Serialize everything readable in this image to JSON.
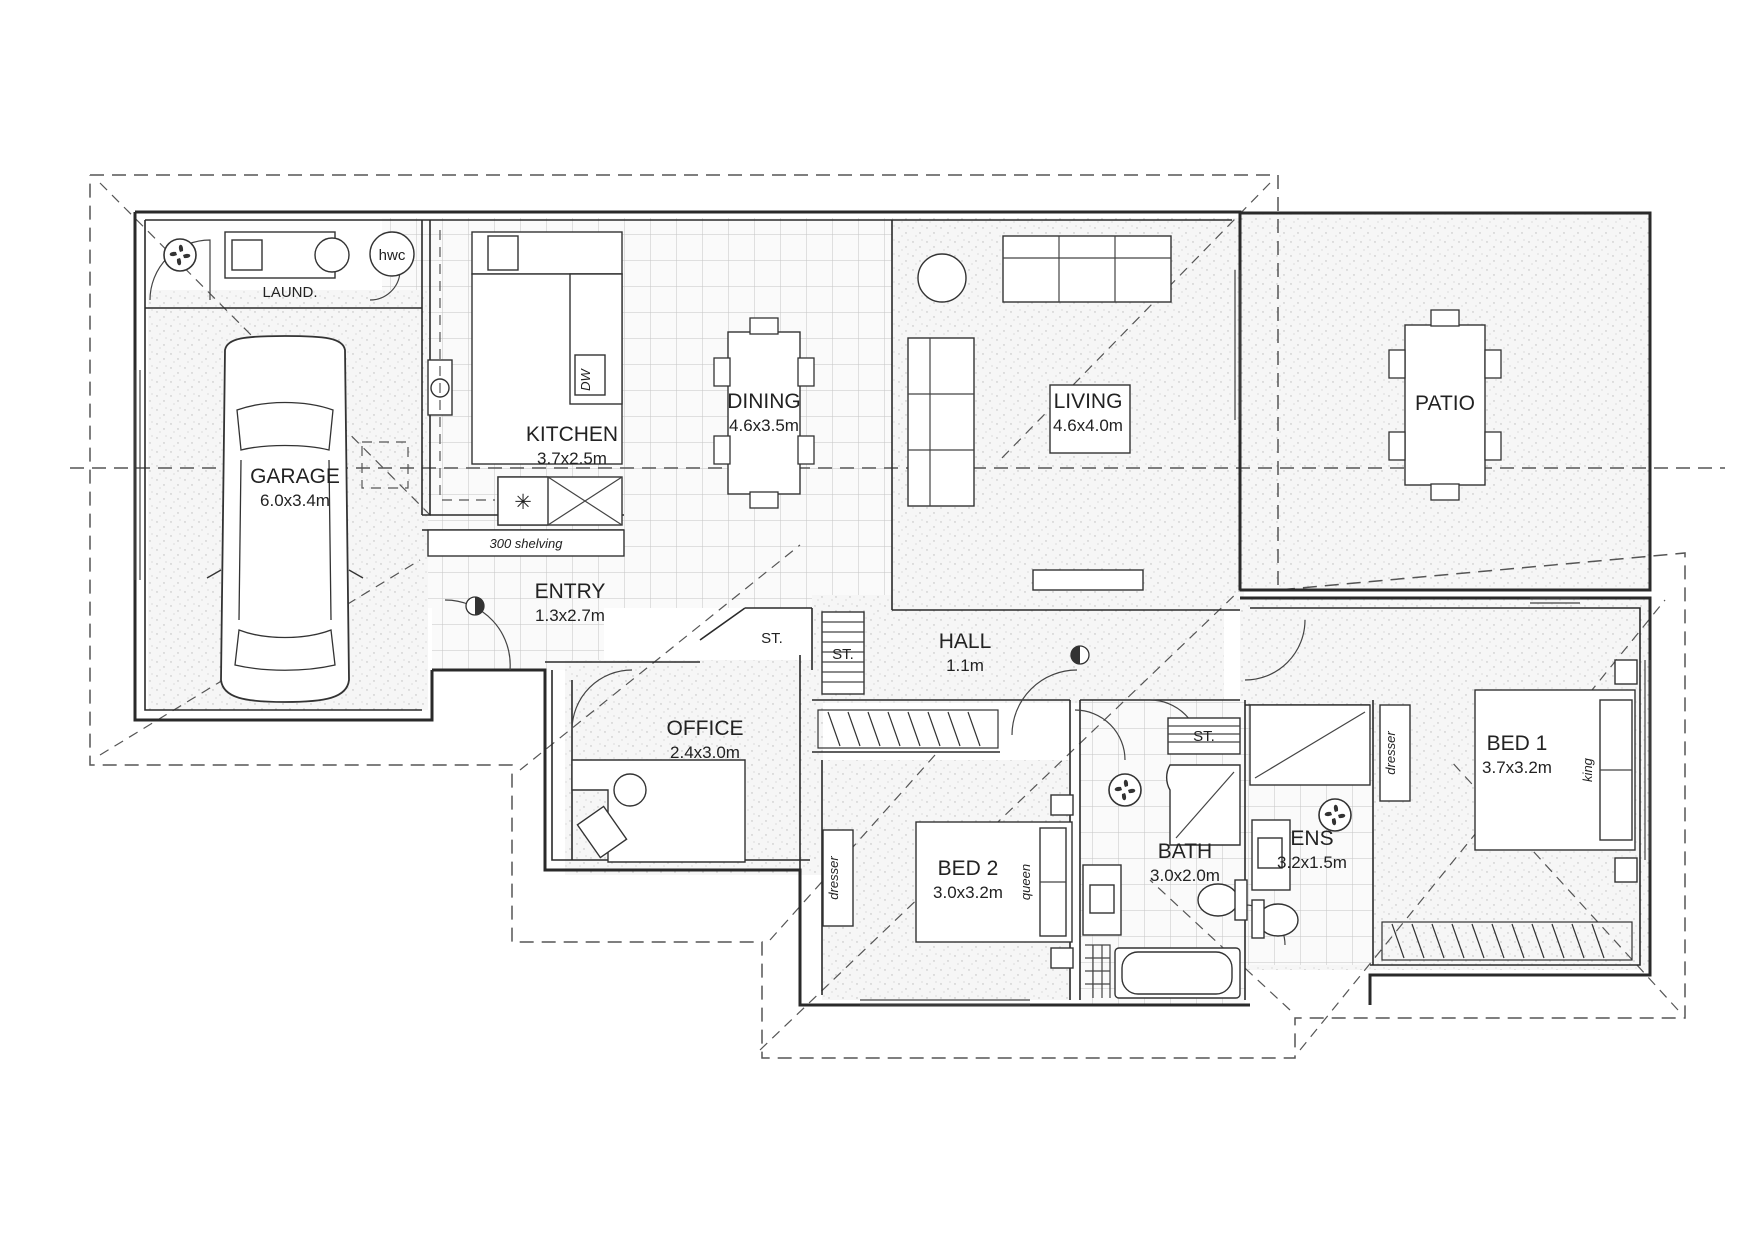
{
  "rooms": {
    "laundry": {
      "name": "LAUND."
    },
    "garage": {
      "name": "GARAGE",
      "size": "6.0x3.4m"
    },
    "kitchen": {
      "name": "KITCHEN",
      "size": "3.7x2.5m"
    },
    "dining": {
      "name": "DINING",
      "size": "4.6x3.5m"
    },
    "living": {
      "name": "LIVING",
      "size": "4.6x4.0m"
    },
    "patio": {
      "name": "PATIO"
    },
    "entry": {
      "name": "ENTRY",
      "size": "1.3x2.7m"
    },
    "office": {
      "name": "OFFICE",
      "size": "2.4x3.0m"
    },
    "hall": {
      "name": "HALL",
      "size": "1.1m"
    },
    "bed1": {
      "name": "BED 1",
      "size": "3.7x3.2m"
    },
    "bed2": {
      "name": "BED 2",
      "size": "3.0x3.2m"
    },
    "bath": {
      "name": "BATH",
      "size": "3.0x2.0m"
    },
    "ensuite": {
      "name": "ENS",
      "size": "3.2x1.5m"
    }
  },
  "fixtures": {
    "hwc": "hwc",
    "dishwasher": "DW",
    "shelving": "300 shelving",
    "storage_1": "ST.",
    "storage_2": "ST.",
    "storage_3": "ST.",
    "dresser_bed1": "dresser",
    "dresser_bed2": "dresser",
    "bed1_size": "king",
    "bed2_size": "queen"
  },
  "icons": [
    "fan-icon",
    "car-icon",
    "cooktop-icon",
    "sink-icon",
    "toilet-icon",
    "bathtub-icon",
    "shower-icon"
  ]
}
